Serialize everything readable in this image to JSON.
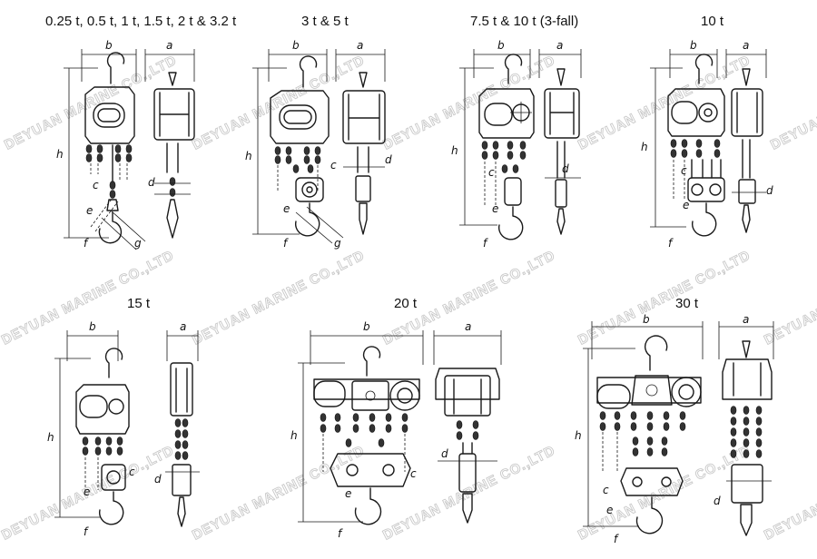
{
  "panels": [
    {
      "id": "p1",
      "title": "0.25 t, 0.5 t, 1 t, 1.5 t, 2 t & 3.2 t",
      "dims": [
        "b",
        "a",
        "h",
        "c",
        "d",
        "e",
        "f",
        "g"
      ]
    },
    {
      "id": "p2",
      "title": "3 t & 5 t",
      "dims": [
        "b",
        "a",
        "h",
        "c",
        "d",
        "e",
        "f",
        "g"
      ]
    },
    {
      "id": "p3",
      "title": "7.5 t & 10 t (3-fall)",
      "dims": [
        "b",
        "a",
        "h",
        "c",
        "d",
        "e",
        "f"
      ]
    },
    {
      "id": "p4",
      "title": "10 t",
      "dims": [
        "b",
        "a",
        "h",
        "c",
        "d",
        "e",
        "f"
      ]
    },
    {
      "id": "p5",
      "title": "15 t",
      "dims": [
        "b",
        "a",
        "h",
        "c",
        "d",
        "e",
        "f"
      ]
    },
    {
      "id": "p6",
      "title": "20 t",
      "dims": [
        "b",
        "a",
        "h",
        "c",
        "d",
        "e",
        "f"
      ]
    },
    {
      "id": "p7",
      "title": "30 t",
      "dims": [
        "b",
        "a",
        "h",
        "c",
        "d",
        "e",
        "f"
      ]
    }
  ],
  "watermark": "DEYUAN MARINE CO.,LTD"
}
